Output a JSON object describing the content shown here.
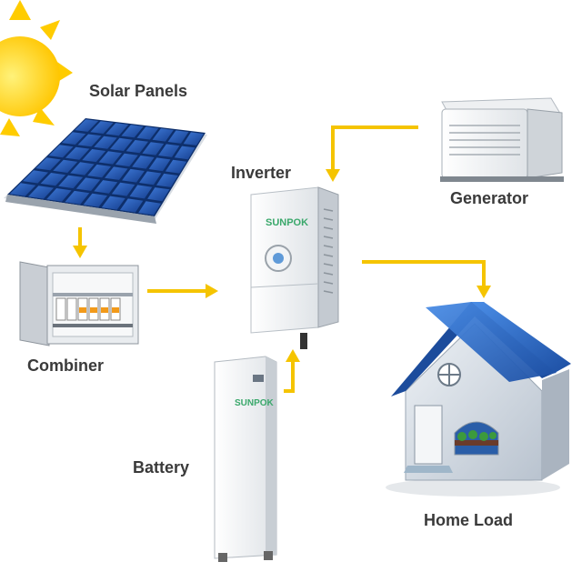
{
  "labels": {
    "solar_panels": "Solar Panels",
    "inverter": "Inverter",
    "generator": "Generator",
    "combiner": "Combiner",
    "battery": "Battery",
    "home_load": "Home Load"
  },
  "brand": {
    "inverter_logo": "SUNPOK",
    "battery_logo": "SUNPOK"
  },
  "colors": {
    "arrow": "#f5c400",
    "sun": "#ffd200",
    "panel_cell": "#1f4fa8",
    "roof": "#2f6fcc",
    "label_text": "#3a3a3a"
  },
  "icons": {
    "sun": "sun-icon",
    "solar_panel": "solar-panel-icon",
    "inverter": "inverter-icon",
    "generator": "generator-icon",
    "combiner": "combiner-box-icon",
    "battery": "battery-icon",
    "house": "house-icon"
  }
}
